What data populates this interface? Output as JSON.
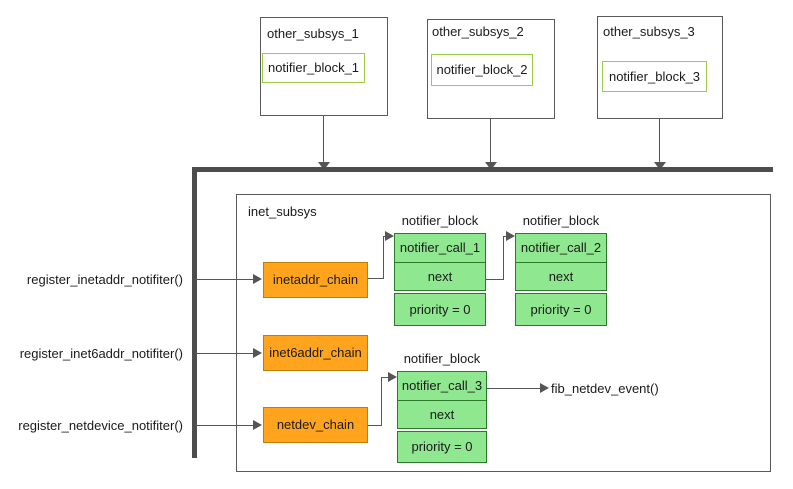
{
  "top_subsystems": [
    {
      "title": "other_subsys_1",
      "block": "notifier_block_1"
    },
    {
      "title": "other_subsys_2",
      "block": "notifier_block_2"
    },
    {
      "title": "other_subsys_3",
      "block": "notifier_block_3"
    }
  ],
  "register_functions": [
    {
      "label": "register_inetaddr_notifiter()"
    },
    {
      "label": "register_inet6addr_notifiter()"
    },
    {
      "label": "register_netdevice_notifiter()"
    }
  ],
  "inet_subsys": {
    "title": "inet_subsys",
    "chains": [
      {
        "label": "inetaddr_chain"
      },
      {
        "label": "inet6addr_chain"
      },
      {
        "label": "netdev_chain"
      }
    ],
    "notifier_blocks": [
      {
        "title": "notifier_block",
        "call": "notifier_call_1",
        "next": "next",
        "priority": "priority = 0"
      },
      {
        "title": "notifier_block",
        "call": "notifier_call_2",
        "next": "next",
        "priority": "priority = 0"
      },
      {
        "title": "notifier_block",
        "call": "notifier_call_3",
        "next": "next",
        "priority": "priority = 0"
      }
    ],
    "callback": "fib_netdev_event()"
  },
  "colors": {
    "chain_fill": "#FFA41C",
    "chain_border": "#BF7F00",
    "block_fill": "#8FE78F",
    "block_border": "#2B7A2B",
    "inner_block_border": "#9ACC44",
    "line": "#555555",
    "frame": "#4D4D4D"
  }
}
